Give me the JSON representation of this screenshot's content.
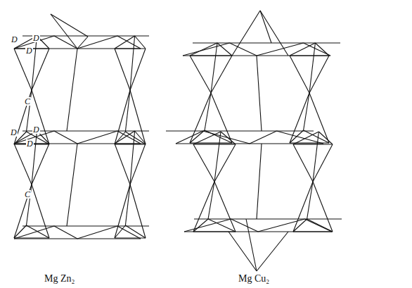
{
  "diagram": {
    "labels": [
      "D",
      "D",
      "D",
      "C",
      "D",
      "D",
      "D",
      "C",
      "Mg Zn₂",
      "Mg Cu₂"
    ]
  }
}
